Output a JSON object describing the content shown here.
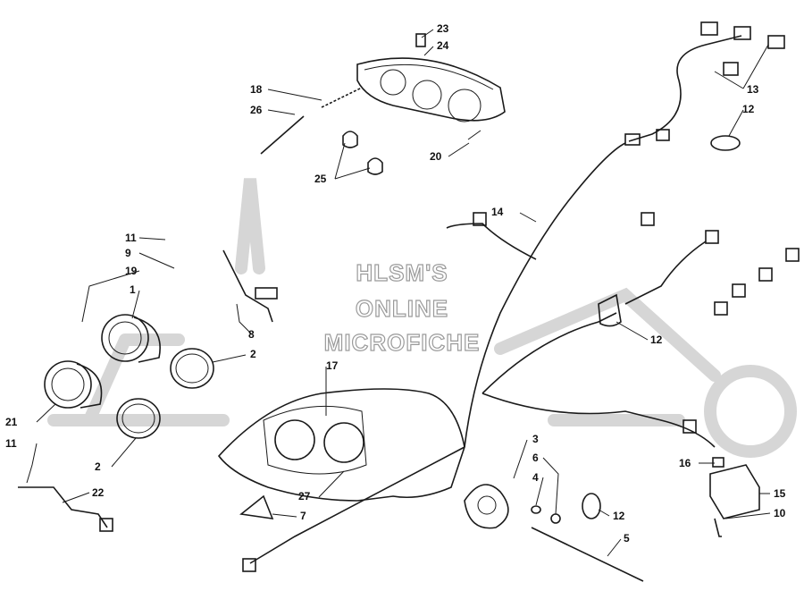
{
  "watermark": {
    "line1": "HLSM'S",
    "line2": "ONLINE",
    "line3": "MICROFICHE"
  },
  "callouts": [
    {
      "id": "c23",
      "text": "23"
    },
    {
      "id": "c24",
      "text": "24"
    },
    {
      "id": "c18",
      "text": "18"
    },
    {
      "id": "c26",
      "text": "26"
    },
    {
      "id": "c25",
      "text": "25"
    },
    {
      "id": "c20",
      "text": "20"
    },
    {
      "id": "c13",
      "text": "13"
    },
    {
      "id": "c12a",
      "text": "12"
    },
    {
      "id": "c14",
      "text": "14"
    },
    {
      "id": "c11a",
      "text": "11"
    },
    {
      "id": "c9",
      "text": "9"
    },
    {
      "id": "c19",
      "text": "19"
    },
    {
      "id": "c1",
      "text": "1"
    },
    {
      "id": "c8",
      "text": "8"
    },
    {
      "id": "c12b",
      "text": "12"
    },
    {
      "id": "c2a",
      "text": "2"
    },
    {
      "id": "c17",
      "text": "17"
    },
    {
      "id": "c21",
      "text": "21"
    },
    {
      "id": "c11b",
      "text": "11"
    },
    {
      "id": "c2b",
      "text": "2"
    },
    {
      "id": "c22",
      "text": "22"
    },
    {
      "id": "c27",
      "text": "27"
    },
    {
      "id": "c7",
      "text": "7"
    },
    {
      "id": "c3",
      "text": "3"
    },
    {
      "id": "c6",
      "text": "6"
    },
    {
      "id": "c4",
      "text": "4"
    },
    {
      "id": "c12c",
      "text": "12"
    },
    {
      "id": "c5",
      "text": "5"
    },
    {
      "id": "c16",
      "text": "16"
    },
    {
      "id": "c15",
      "text": "15"
    },
    {
      "id": "c10",
      "text": "10"
    }
  ]
}
